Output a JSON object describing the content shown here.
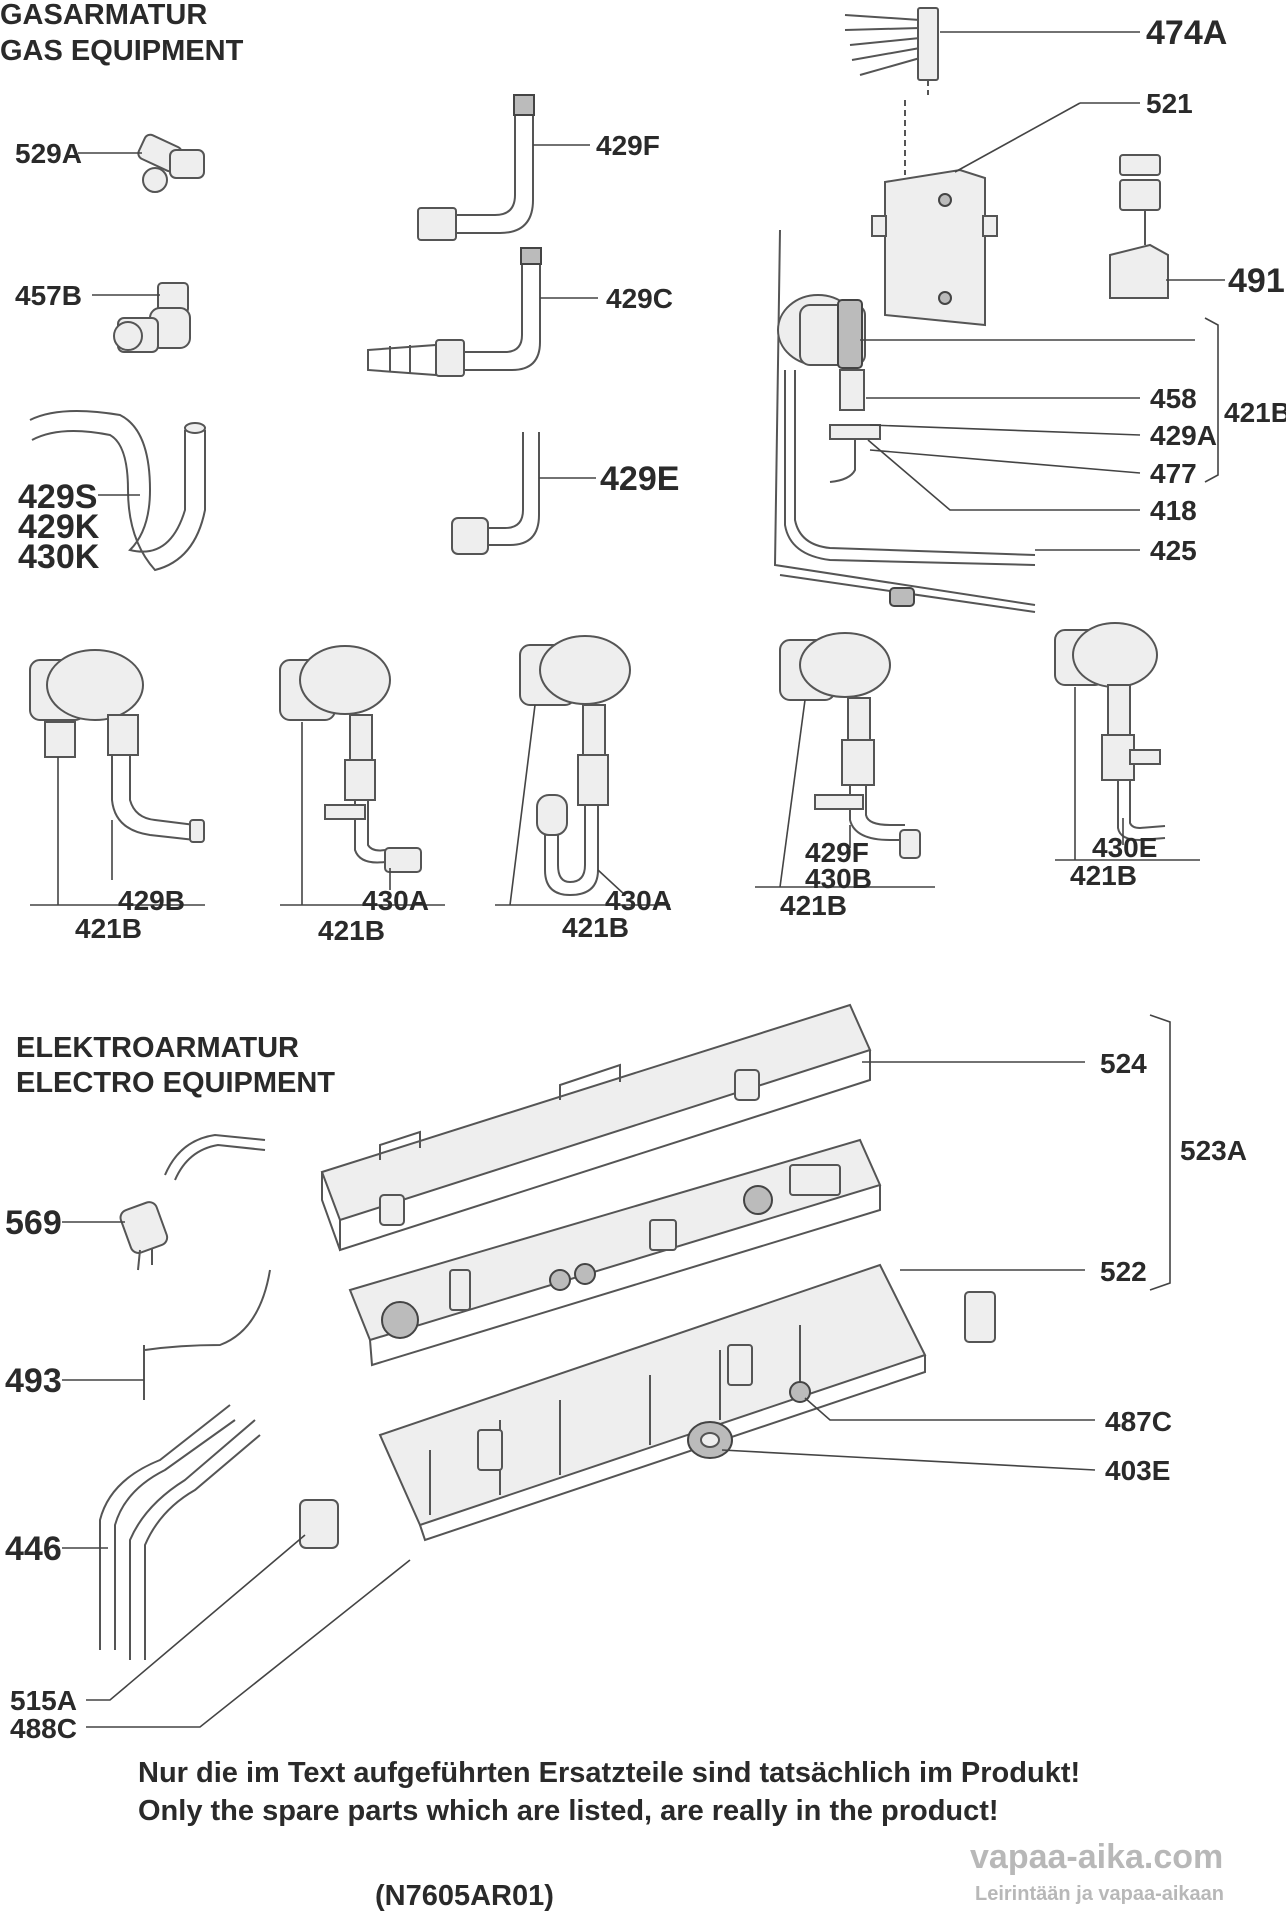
{
  "sections": {
    "gas_title_de": "GASARMATUR",
    "gas_title_en": "GAS EQUIPMENT",
    "electro_title_de": "ELEKTROARMATUR",
    "electro_title_en": "ELECTRO EQUIPMENT"
  },
  "gas_parts": {
    "p529A": "529A",
    "p429F": "429F",
    "p457B": "457B",
    "p429C": "429C",
    "p429S": "429S",
    "p429K": "429K",
    "p430K": "430K",
    "p429E": "429E",
    "p474A": "474A",
    "p521": "521",
    "p491": "491",
    "p458": "458",
    "p429A": "429A",
    "p477": "477",
    "p418": "418",
    "p425": "425",
    "p421B_bracket": "421B"
  },
  "variants": [
    {
      "sub": [
        "429B"
      ],
      "group": "421B"
    },
    {
      "sub": [
        "430A"
      ],
      "group": "421B"
    },
    {
      "sub": [
        "430A"
      ],
      "group": "421B"
    },
    {
      "sub": [
        "429F",
        "430B"
      ],
      "group": "421B"
    },
    {
      "sub": [
        "430E"
      ],
      "group": "421B"
    }
  ],
  "electro_parts": {
    "p524": "524",
    "p523A": "523A",
    "p522": "522",
    "p569": "569",
    "p493": "493",
    "p487C": "487C",
    "p403E": "403E",
    "p446": "446",
    "p515A": "515A",
    "p488C": "488C"
  },
  "notes": {
    "line_de": "Nur die im Text aufgeführten Ersatzteile sind tatsächlich im Produkt!",
    "line_en": "Only the spare parts which are listed, are really in the product!",
    "drawing_code": "(N7605AR01)"
  },
  "watermark": {
    "site": "vapaa-aika.com",
    "tagline": "Leirintään ja vapaa-aikaan"
  }
}
